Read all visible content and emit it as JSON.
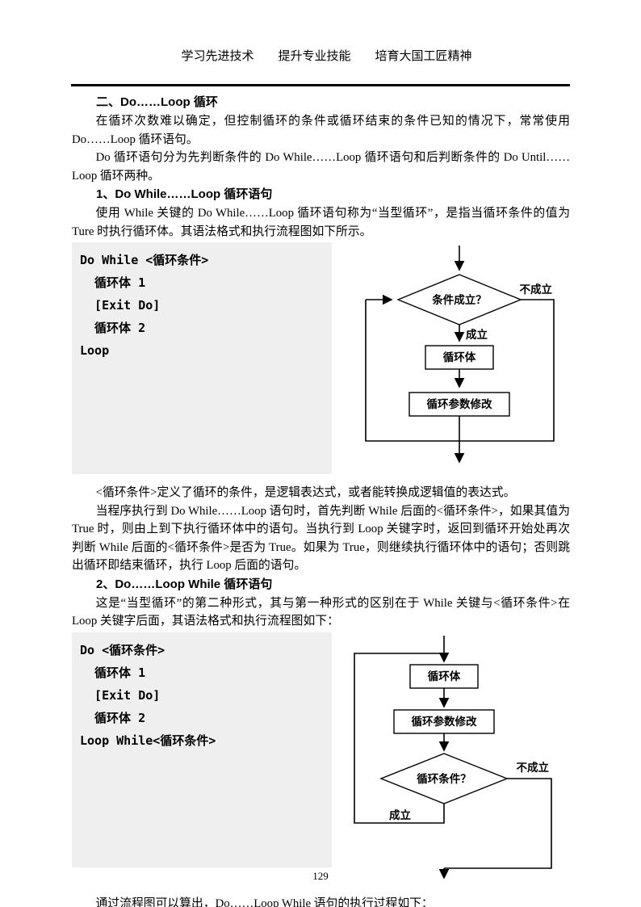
{
  "page": {
    "header_title": "学习先进技术　　提升专业技能　　培育大国工匠精神",
    "page_number": "129"
  },
  "content": {
    "h1": "二、Do……Loop 循环",
    "p1": "在循环次数难以确定，但控制循环的条件或循环结束的条件已知的情况下，常常使用 Do……Loop 循环语句。",
    "p2": "Do 循环语句分为先判断条件的 Do While……Loop 循环语句和后判断条件的 Do Until……Loop 循环两种。",
    "h2": "1、Do While……Loop 循环语句",
    "p3": "使用 While 关键的 Do While……Loop 循环语句称为“当型循环”，是指当循环条件的值为 Ture 时执行循环体。其语法格式和执行流程图如下所示。",
    "p4": "<循环条件>定义了循环的条件，是逻辑表达式，或者能转换成逻辑值的表达式。",
    "p5": "当程序执行到 Do While……Loop 语句时，首先判断 While 后面的<循环条件>，如果其值为 True 时，则由上到下执行循环体中的语句。当执行到 Loop 关键字时，返回到循环开始处再次判断 While 后面的<循环条件>是否为 True。如果为 True，则继续执行循环体中的语句；否则跳出循环即结束循环，执行 Loop 后面的语句。",
    "h3": "2、Do……Loop While 循环语句",
    "p6": "这是“当型循环”的第二种形式，其与第一种形式的区别在于 While 关键与<循环条件>在 Loop 关键字后面，其语法格式和执行流程图如下：",
    "p7": "通过流程图可以算出，Do……Loop While 语句的执行过程如下："
  },
  "code1": {
    "lines": [
      "Do While <循环条件>",
      "  循环体 1",
      "  [Exit Do]",
      "  循环体 2",
      "Loop"
    ]
  },
  "code2": {
    "lines": [
      "Do <循环条件>",
      "  循环体 1",
      "  [Exit Do]",
      "  循环体 2",
      "Loop While<循环条件>"
    ]
  },
  "flow1": {
    "condition": "条件成立？",
    "yes": "成立",
    "no": "不成立",
    "body": "循环体",
    "update": "循环参数修改"
  },
  "flow2": {
    "condition": "循环条件？",
    "yes": "成立",
    "no": "不成立",
    "body": "循环体",
    "update": "循环参数修改"
  }
}
